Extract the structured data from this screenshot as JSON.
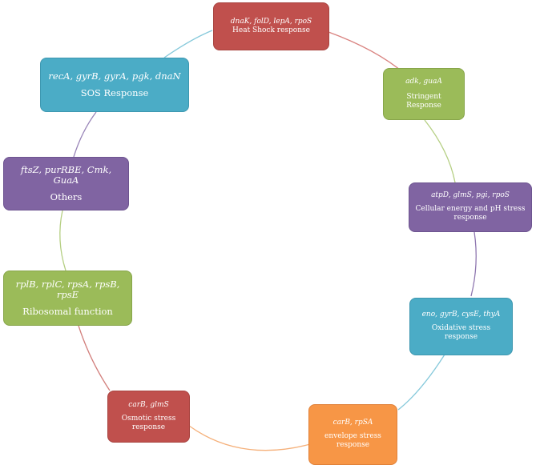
{
  "nodes": [
    {
      "genes": "dnaK, folD, lepA, rpoS",
      "label": "Heat Shock response",
      "color": "#c0504d"
    },
    {
      "genes": "adk, guaA",
      "label": "Stringent Response",
      "color": "#9bbb59"
    },
    {
      "genes": "atpD, glmS, pgi, rpoS",
      "label": "Cellular energy and pH stress response",
      "color": "#8064a2"
    },
    {
      "genes": "eno, gyrB, cysE, thyA",
      "label": "Oxidative stress response",
      "color": "#4bacc6"
    },
    {
      "genes": "carB, rpSA",
      "label": "envelope stress response",
      "color": "#f79646"
    },
    {
      "genes": "carB, glmS",
      "label": "Osmotic stress response",
      "color": "#c0504d"
    },
    {
      "genes": "rplB, rplC, rpsA, rpsB, rpsE",
      "label": "Ribosomal function",
      "color": "#9bbb59"
    },
    {
      "genes": "ftsZ, purRBE, Cmk, GuaA",
      "label": "Others",
      "color": "#8064a2"
    },
    {
      "genes": "recA, gyrB, gyrA, pgk, dnaN",
      "label": "SOS Response",
      "color": "#4bacc6"
    }
  ]
}
